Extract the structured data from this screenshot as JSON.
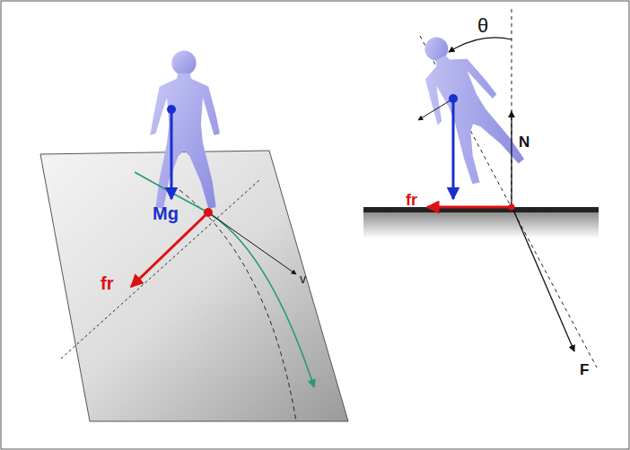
{
  "diagram": {
    "labels": [
      "Mg",
      "fr",
      "v",
      "θ",
      "N",
      "fr",
      "F"
    ]
  }
}
